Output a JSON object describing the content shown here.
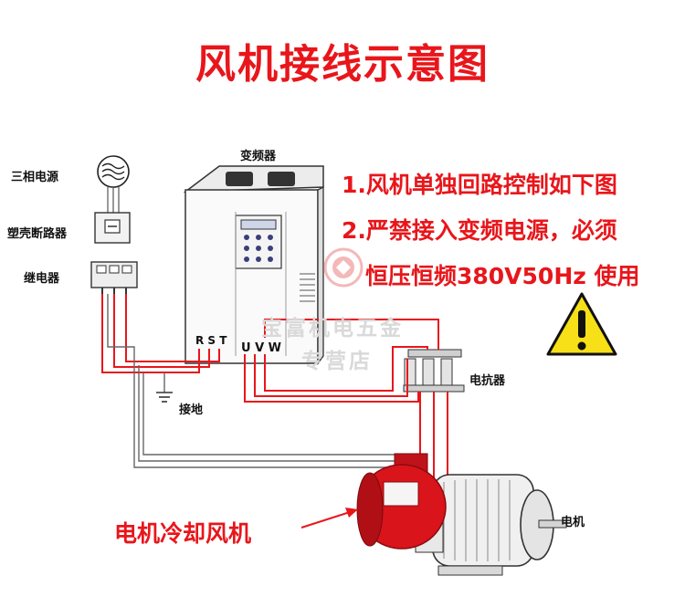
{
  "title": "风机接线示意图",
  "labels": {
    "power": "三相电源",
    "breaker": "塑壳断路器",
    "relay": "继电器",
    "inverter": "变频器",
    "terminals_in": "R S T",
    "terminals_out": "U V W",
    "ground": "接地",
    "reactor": "电抗器",
    "motor": "电机",
    "fan": "电机冷却风机"
  },
  "notes": [
    "1.风机单独回路控制如下图",
    "2.严禁接入变频电源，必须",
    "恒压恒频380V50Hz 使用"
  ],
  "watermark": {
    "line1": "宝富机电五金",
    "line2": "专营店"
  },
  "colors": {
    "title": "#e8161b",
    "wire": "#e8161b",
    "ground_wire": "#555555",
    "fan": "#d9141a"
  }
}
